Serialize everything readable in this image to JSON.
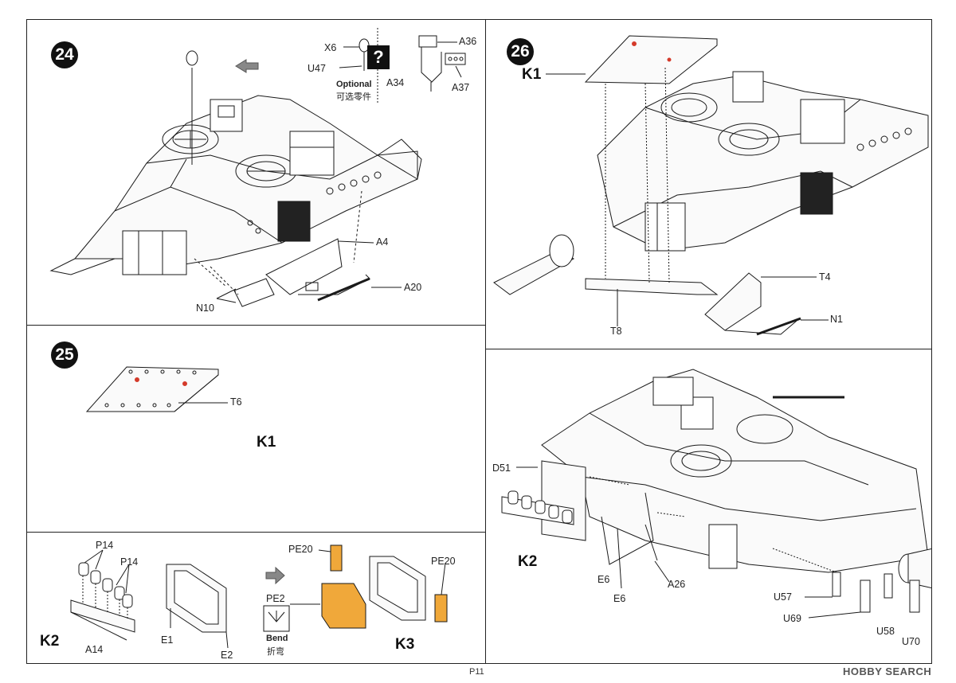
{
  "steps": {
    "s24": {
      "number": "24",
      "labels": {
        "x6": "X6",
        "u47": "U47",
        "optional_en": "Optional",
        "optional_zh": "可选零件",
        "optional_icon": "?",
        "a36": "A36",
        "a34": "A34",
        "a37": "A37",
        "a4": "A4",
        "a20": "A20",
        "n10": "N10"
      }
    },
    "s25": {
      "number": "25",
      "labels": {
        "t6": "T6",
        "k1": "K1"
      }
    },
    "s26": {
      "number": "26",
      "labels": {
        "k1": "K1",
        "t4": "T4",
        "t8": "T8",
        "n1": "N1"
      }
    },
    "k2_detail": {
      "labels": {
        "d51": "D51",
        "k2": "K2",
        "e6a": "E6",
        "e6b": "E6",
        "a26": "A26",
        "u57": "U57",
        "u69": "U69",
        "u58": "U58",
        "u70": "U70"
      }
    },
    "k2_k3_panel": {
      "labels": {
        "p14a": "P14",
        "p14b": "P14",
        "k2": "K2",
        "a14": "A14",
        "e1": "E1",
        "e2": "E2",
        "pe20a": "PE20",
        "pe20b": "PE20",
        "pe2": "PE2",
        "bend_en": "Bend",
        "bend_zh": "折弯",
        "k3": "K3"
      }
    }
  },
  "footer": {
    "page": "P11"
  },
  "watermark": {
    "text": "HOBBY SEARCH"
  },
  "colors": {
    "line": "#1a1a1a",
    "photo_etch": "#f0a83a",
    "marker_red": "#d43a2a"
  }
}
